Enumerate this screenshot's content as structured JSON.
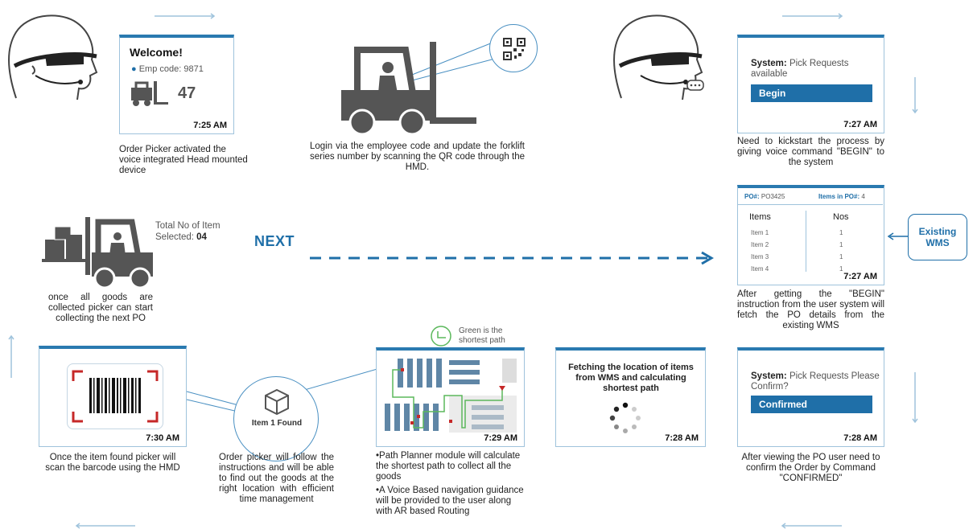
{
  "step1": {
    "title": "Welcome!",
    "emp_label": "Emp code: 9871",
    "forklift_no": "47",
    "time": "7:25 AM",
    "desc": "Order Picker activated the voice integrated Head mounted device"
  },
  "step2": {
    "desc": "Login via the employee code and update the forklift series number by scanning the QR code through the HMD."
  },
  "step3": {
    "sys_label": "System:",
    "sys_text": "Pick Requests available",
    "button": "Begin",
    "time": "7:27 AM",
    "desc": "Need to kickstart the process by giving voice command \"BEGIN\" to the system"
  },
  "step4": {
    "po_label": "PO#:",
    "po_value": "PO3425",
    "items_label": "Items in PO#:",
    "items_value": "4",
    "col_items": "Items",
    "col_nos": "Nos",
    "rows": [
      {
        "item": "Item 1",
        "nos": "1"
      },
      {
        "item": "Item 2",
        "nos": "1"
      },
      {
        "item": "Item 3",
        "nos": "1"
      },
      {
        "item": "Item 4",
        "nos": "1"
      }
    ],
    "time": "7:27 AM",
    "desc": "After getting the \"BEGIN\" instruction from the user system will fetch the PO details from the existing WMS"
  },
  "wms": {
    "label": "Existing WMS"
  },
  "next": {
    "label": "NEXT",
    "total_label": "Total No of Item Selected:",
    "total_value": "04",
    "desc": "once all goods are collected picker can start collecting the next PO"
  },
  "step5": {
    "sys_label": "System:",
    "sys_text": "Pick Requests Please Confirm?",
    "button": "Confirmed",
    "time": "7:28 AM",
    "desc": "After viewing the PO user need to confirm the Order by Command \"CONFIRMED\""
  },
  "step6": {
    "text": "Fetching the location of items from WMS and calculating shortest path",
    "time": "7:28 AM"
  },
  "step7": {
    "legend": "Green is the shortest path",
    "time": "7:29 AM",
    "desc1": "•Path Planner module will calculate the shortest path to collect all the goods",
    "desc2": "•A Voice Based navigation guidance will be provided to the user along with AR based Routing"
  },
  "step8": {
    "found_label": "Item 1 Found",
    "desc": "Order picker will follow the instructions and will be able to find out the goods at the right location with efficient time management"
  },
  "step9": {
    "time": "7:30 AM",
    "desc": "Once the item found picker will scan the barcode using the HMD"
  },
  "colors": {
    "accent": "#1f6fa8",
    "border": "#9fc3dc",
    "path": "#5cb85c",
    "scan": "#c62828",
    "icon_gray": "#555555"
  }
}
